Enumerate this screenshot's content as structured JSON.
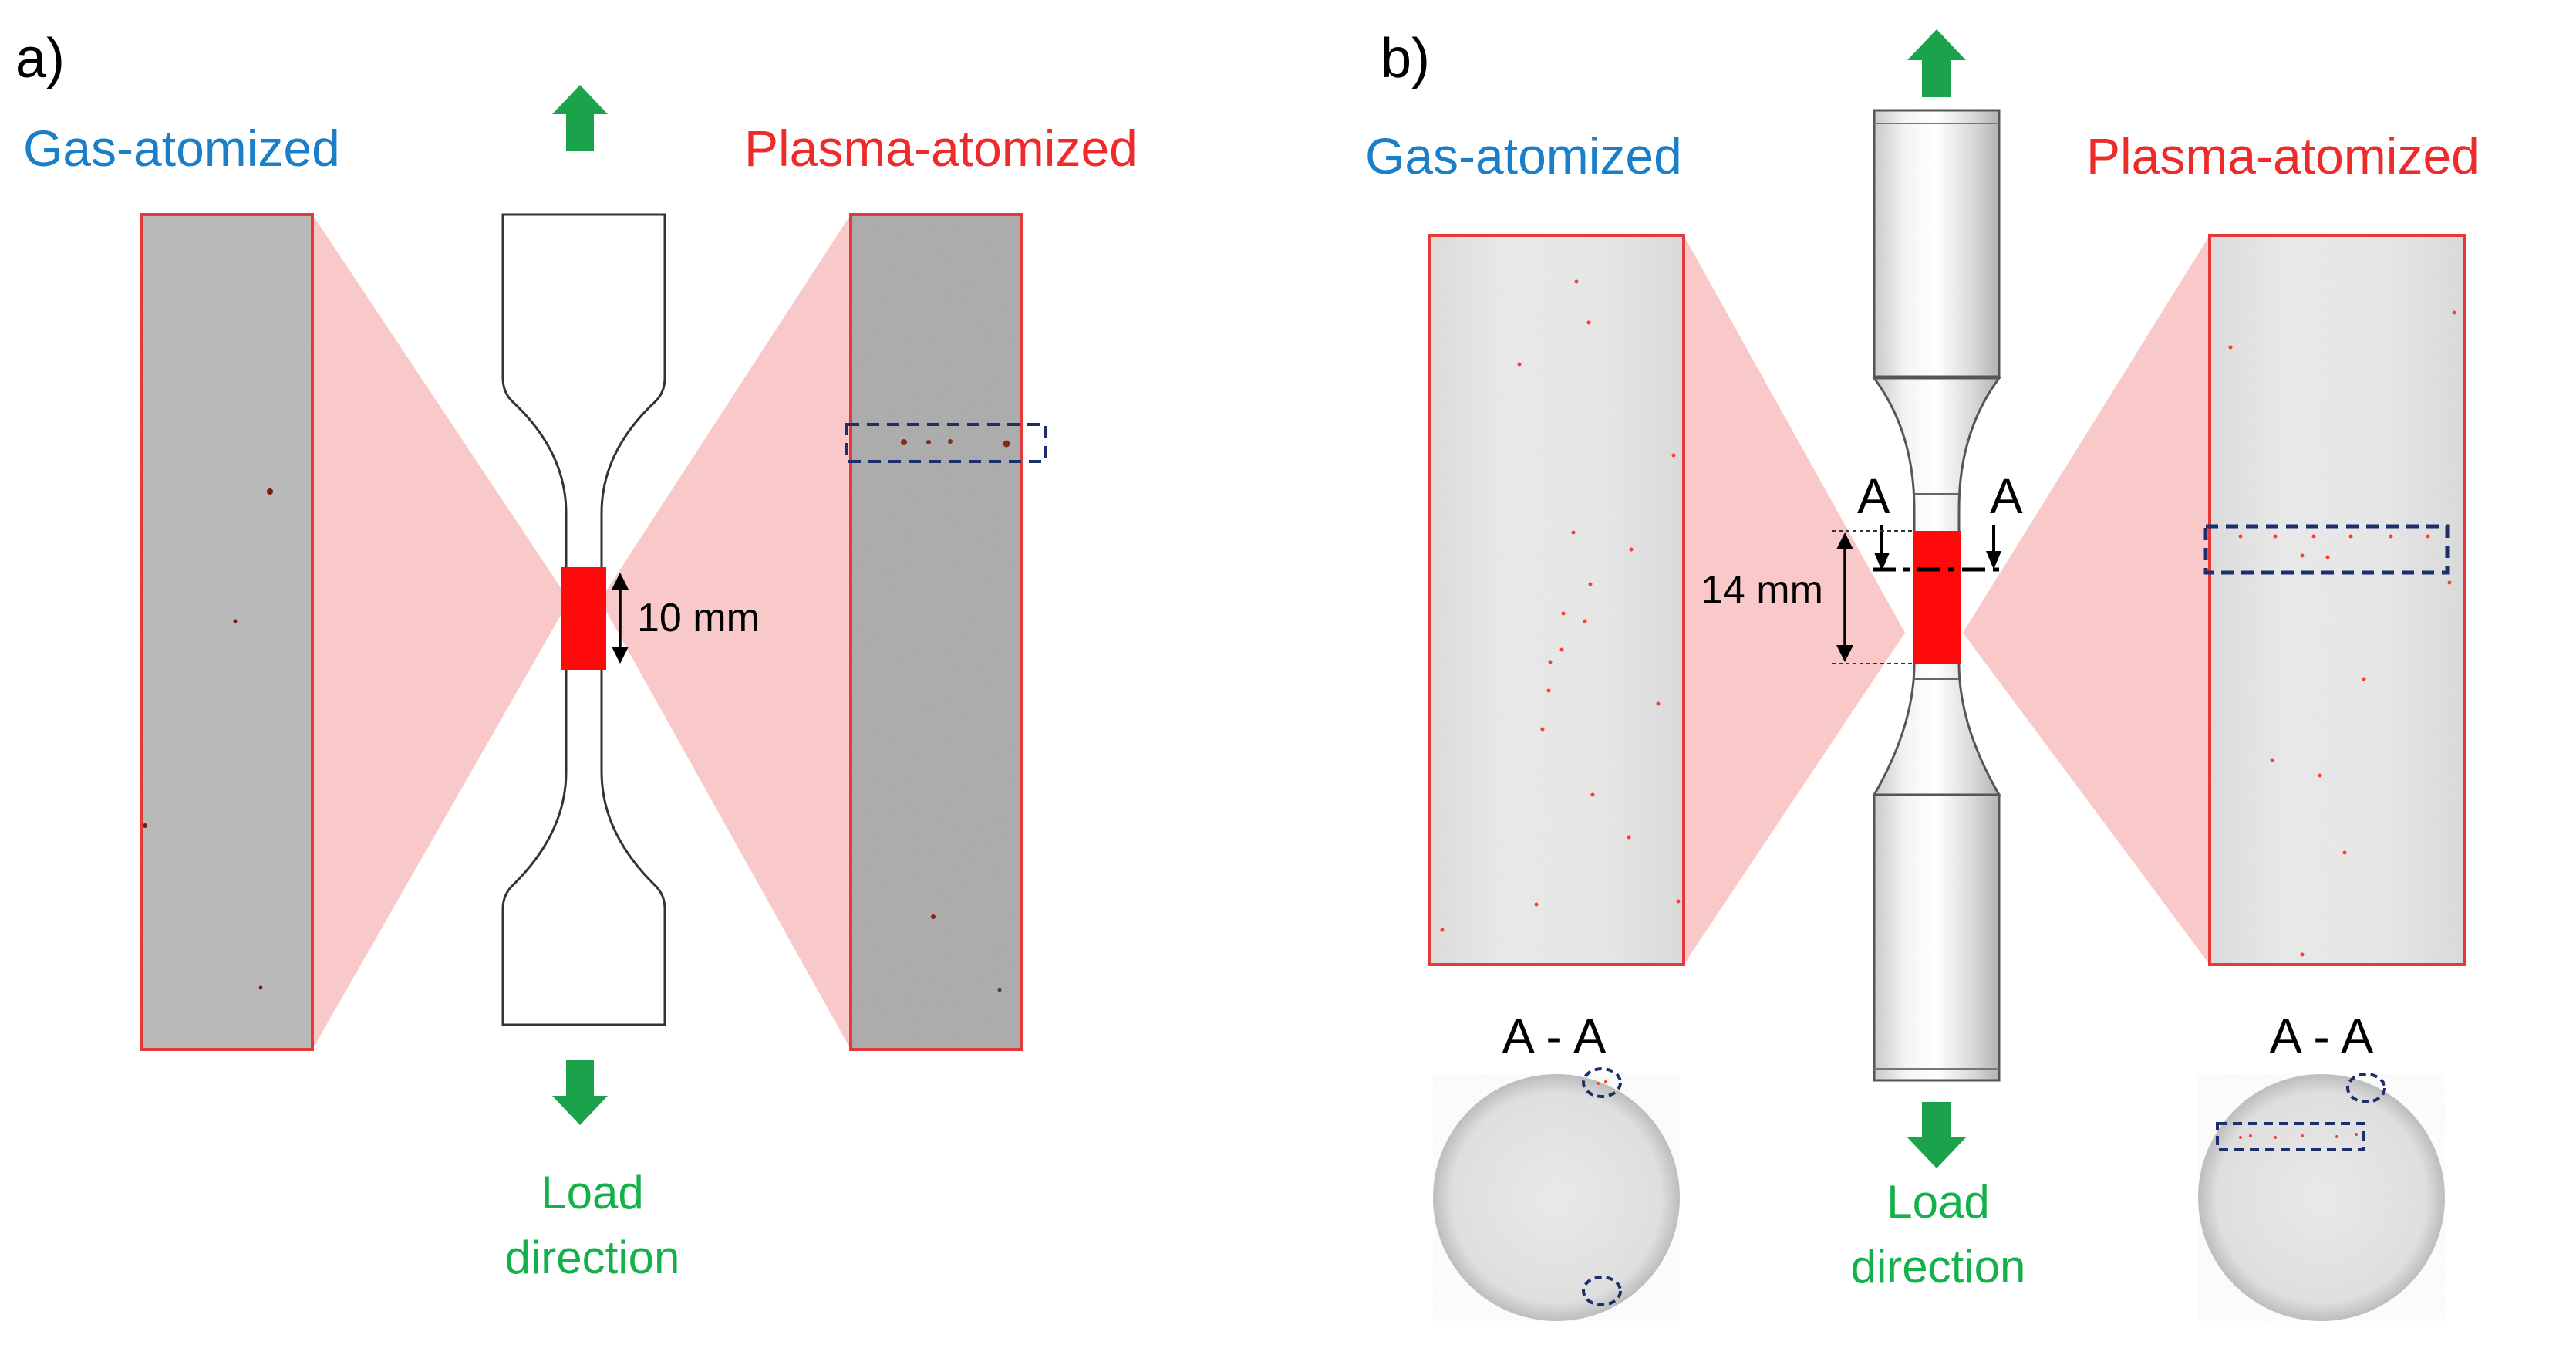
{
  "colors": {
    "gas_label": "#1a7fc8",
    "plasma_label": "#ee2b2b",
    "load_label": "#14b14b",
    "arrow_green": "#1aa34a",
    "cone_pink": "#f9c8c8",
    "frame_red": "#e63a3a",
    "gauge_red": "#ff0a0a",
    "dash_navy": "#1c2f6b",
    "pore_red": "#ff3b2f"
  },
  "panel_a": {
    "label": "a)",
    "left_title": "Gas-atomized",
    "right_title": "Plasma-atomized",
    "gauge_length": "10 mm",
    "load_line1": "Load",
    "load_line2": "direction",
    "icons": [
      "arrow-up-icon",
      "arrow-down-icon"
    ]
  },
  "panel_b": {
    "label": "b)",
    "left_title": "Gas-atomized",
    "right_title": "Plasma-atomized",
    "gauge_length": "14 mm",
    "section_mark_left": "A",
    "section_mark_right": "A",
    "section_title_left": "A - A",
    "section_title_right": "A - A",
    "load_line1": "Load",
    "load_line2": "direction",
    "icons": [
      "arrow-up-icon",
      "arrow-down-icon"
    ]
  }
}
